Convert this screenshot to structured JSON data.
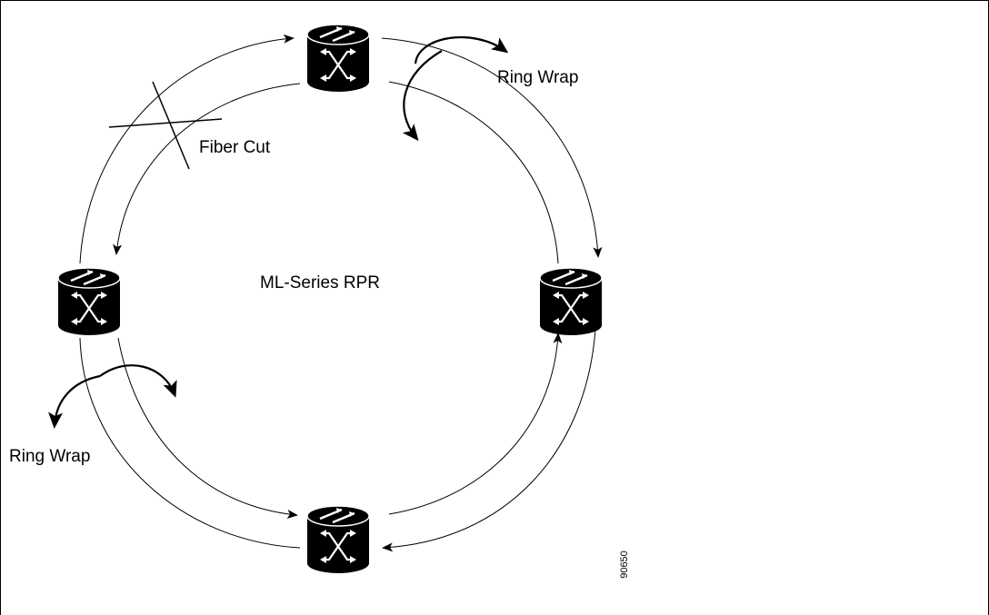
{
  "labels": {
    "ring_wrap_top": "Ring Wrap",
    "fiber_cut": "Fiber Cut",
    "center": "ML-Series RPR",
    "ring_wrap_left": "Ring Wrap",
    "figure_id": "90650"
  },
  "nodes": [
    {
      "position": "top",
      "icon": "ml-series-switch-icon"
    },
    {
      "position": "left",
      "icon": "ml-series-switch-icon"
    },
    {
      "position": "right",
      "icon": "ml-series-switch-icon"
    },
    {
      "position": "bottom",
      "icon": "ml-series-switch-icon"
    }
  ],
  "colors": {
    "line": "#000000",
    "node_fill": "#000000",
    "background": "#ffffff"
  }
}
